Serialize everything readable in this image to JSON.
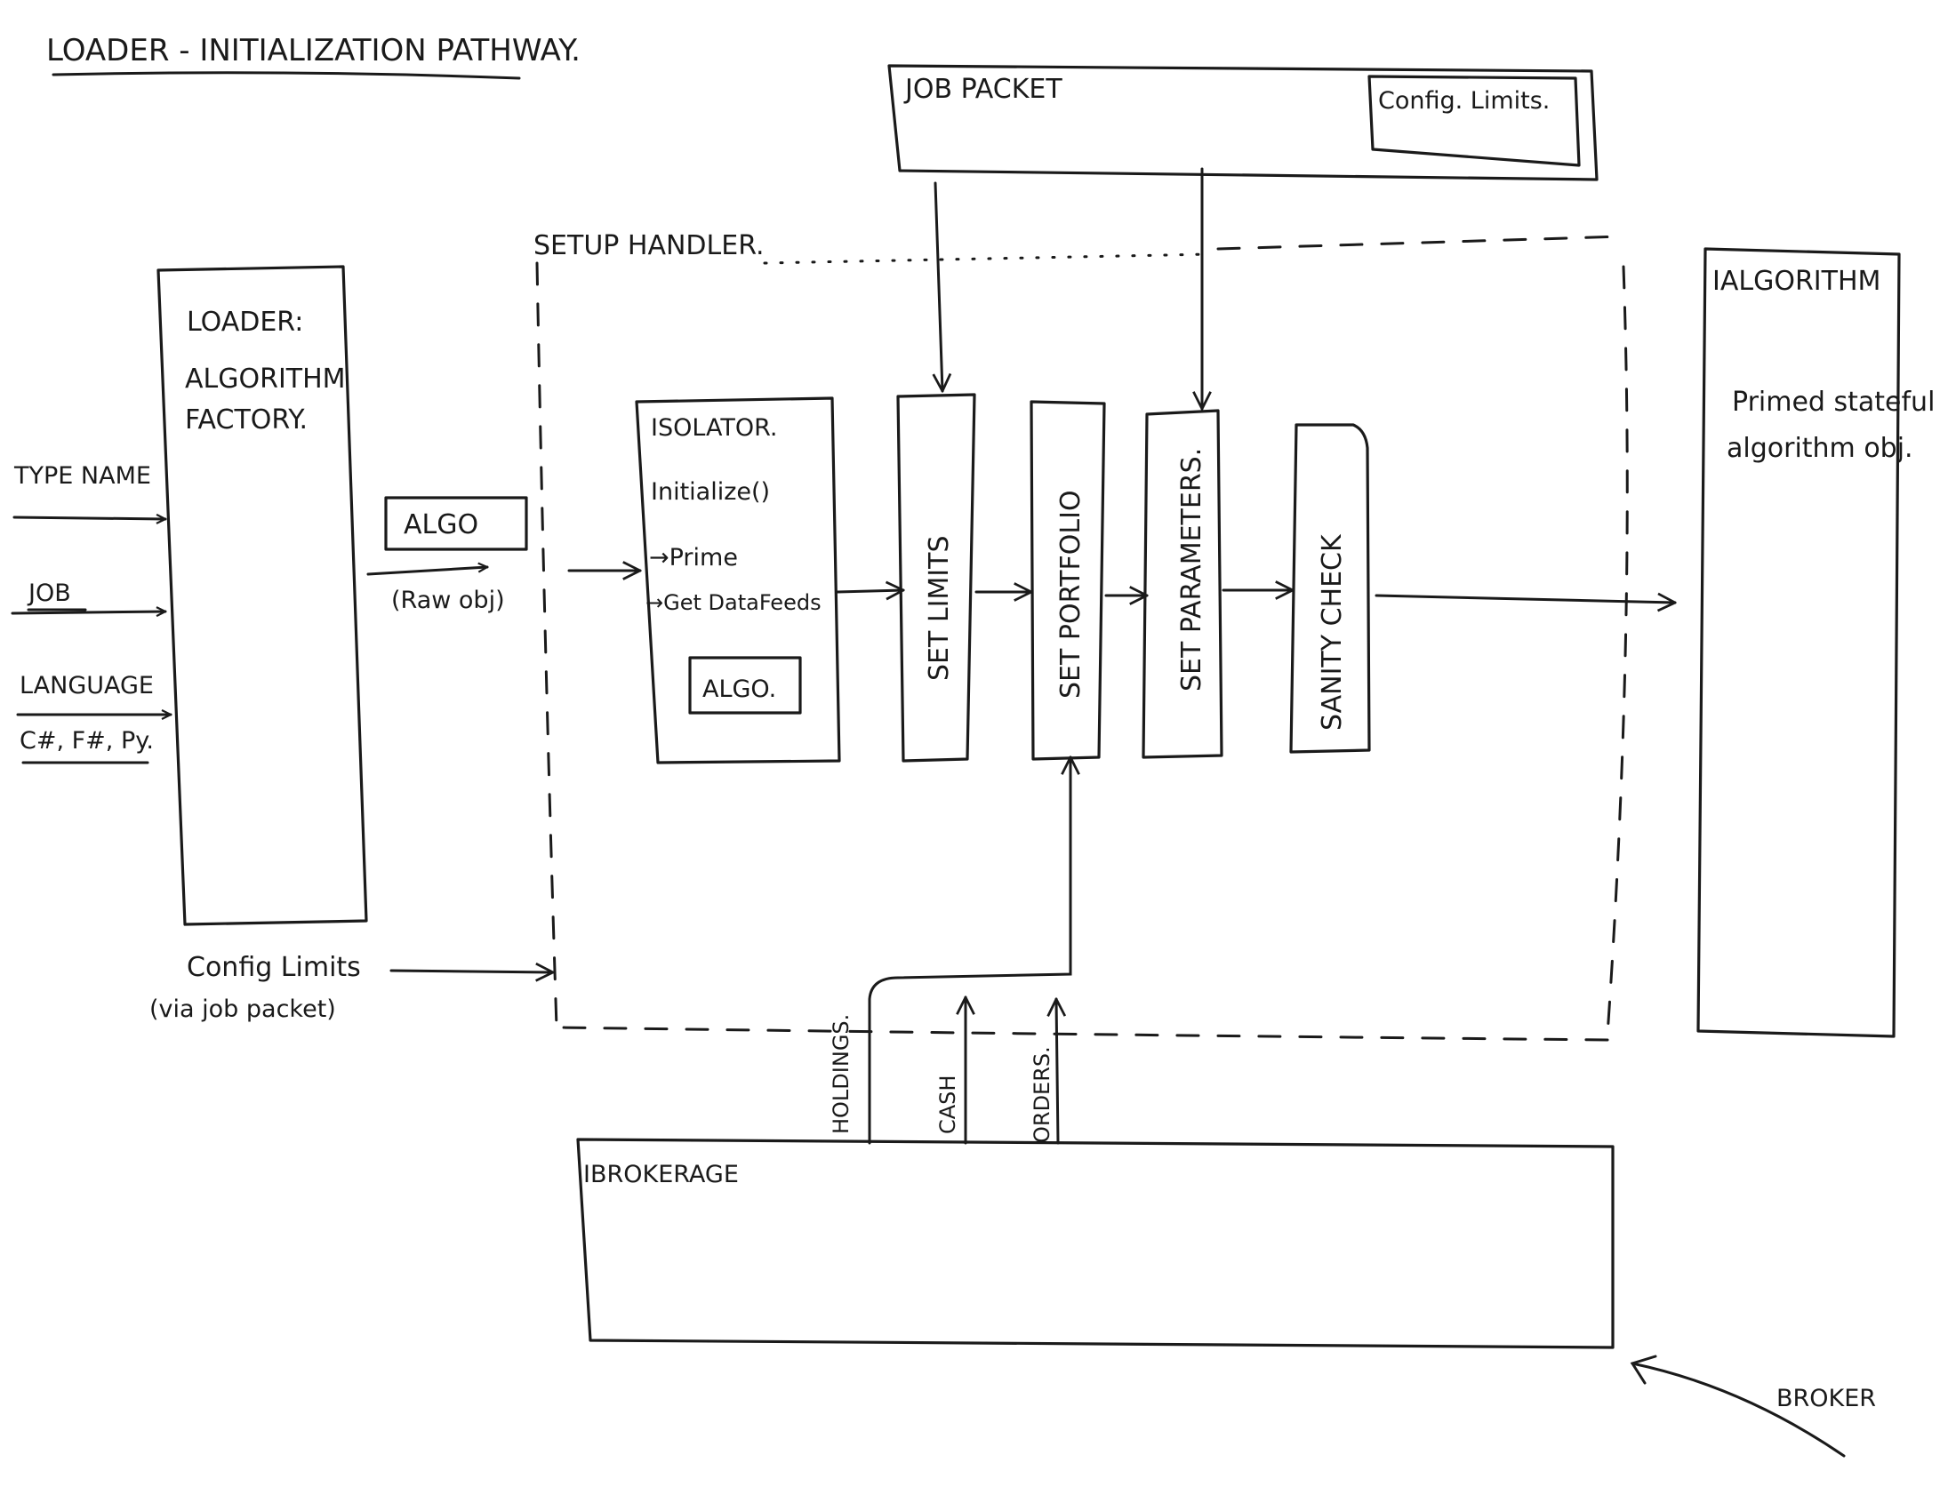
{
  "title": "LOADER - INITIALIZATION PATHWAY.",
  "inputs": {
    "type_name": "TYPE NAME",
    "job": "JOB",
    "language": "LANGUAGE",
    "languages": "C#, F#, Py."
  },
  "loader": {
    "title": "LOADER:",
    "subtitle_line1": "ALGORITHM",
    "subtitle_line2": "FACTORY."
  },
  "algo_raw": {
    "label": "ALGO",
    "note": "(Raw obj)"
  },
  "config_note": {
    "line1": "Config Limits",
    "line2": "(via job packet)"
  },
  "job_packet": {
    "title": "JOB PACKET",
    "inner": "Config. Limits."
  },
  "setup_handler": {
    "title": "SETUP HANDLER."
  },
  "isolator": {
    "title": "ISOLATOR.",
    "line1": "Initialize()",
    "line2": "→Prime",
    "line3": "→Get DataFeeds",
    "inner": "ALGO."
  },
  "steps": {
    "set_limits": "SET LIMITS",
    "set_portfolio": "SET PORTFOLIO",
    "set_parameters": "SET PARAMETERS.",
    "sanity_check": "SANITY CHECK"
  },
  "ialgorithm": {
    "title": "IALGORITHM",
    "line1": "Primed stateful",
    "line2": "algorithm obj."
  },
  "broker_feeds": {
    "holdings": "HOLDINGS.",
    "cash": "CASH",
    "orders": "ORDERS."
  },
  "ibrokerage": {
    "title": "IBROKERAGE"
  },
  "broker": {
    "label": "BROKER"
  }
}
